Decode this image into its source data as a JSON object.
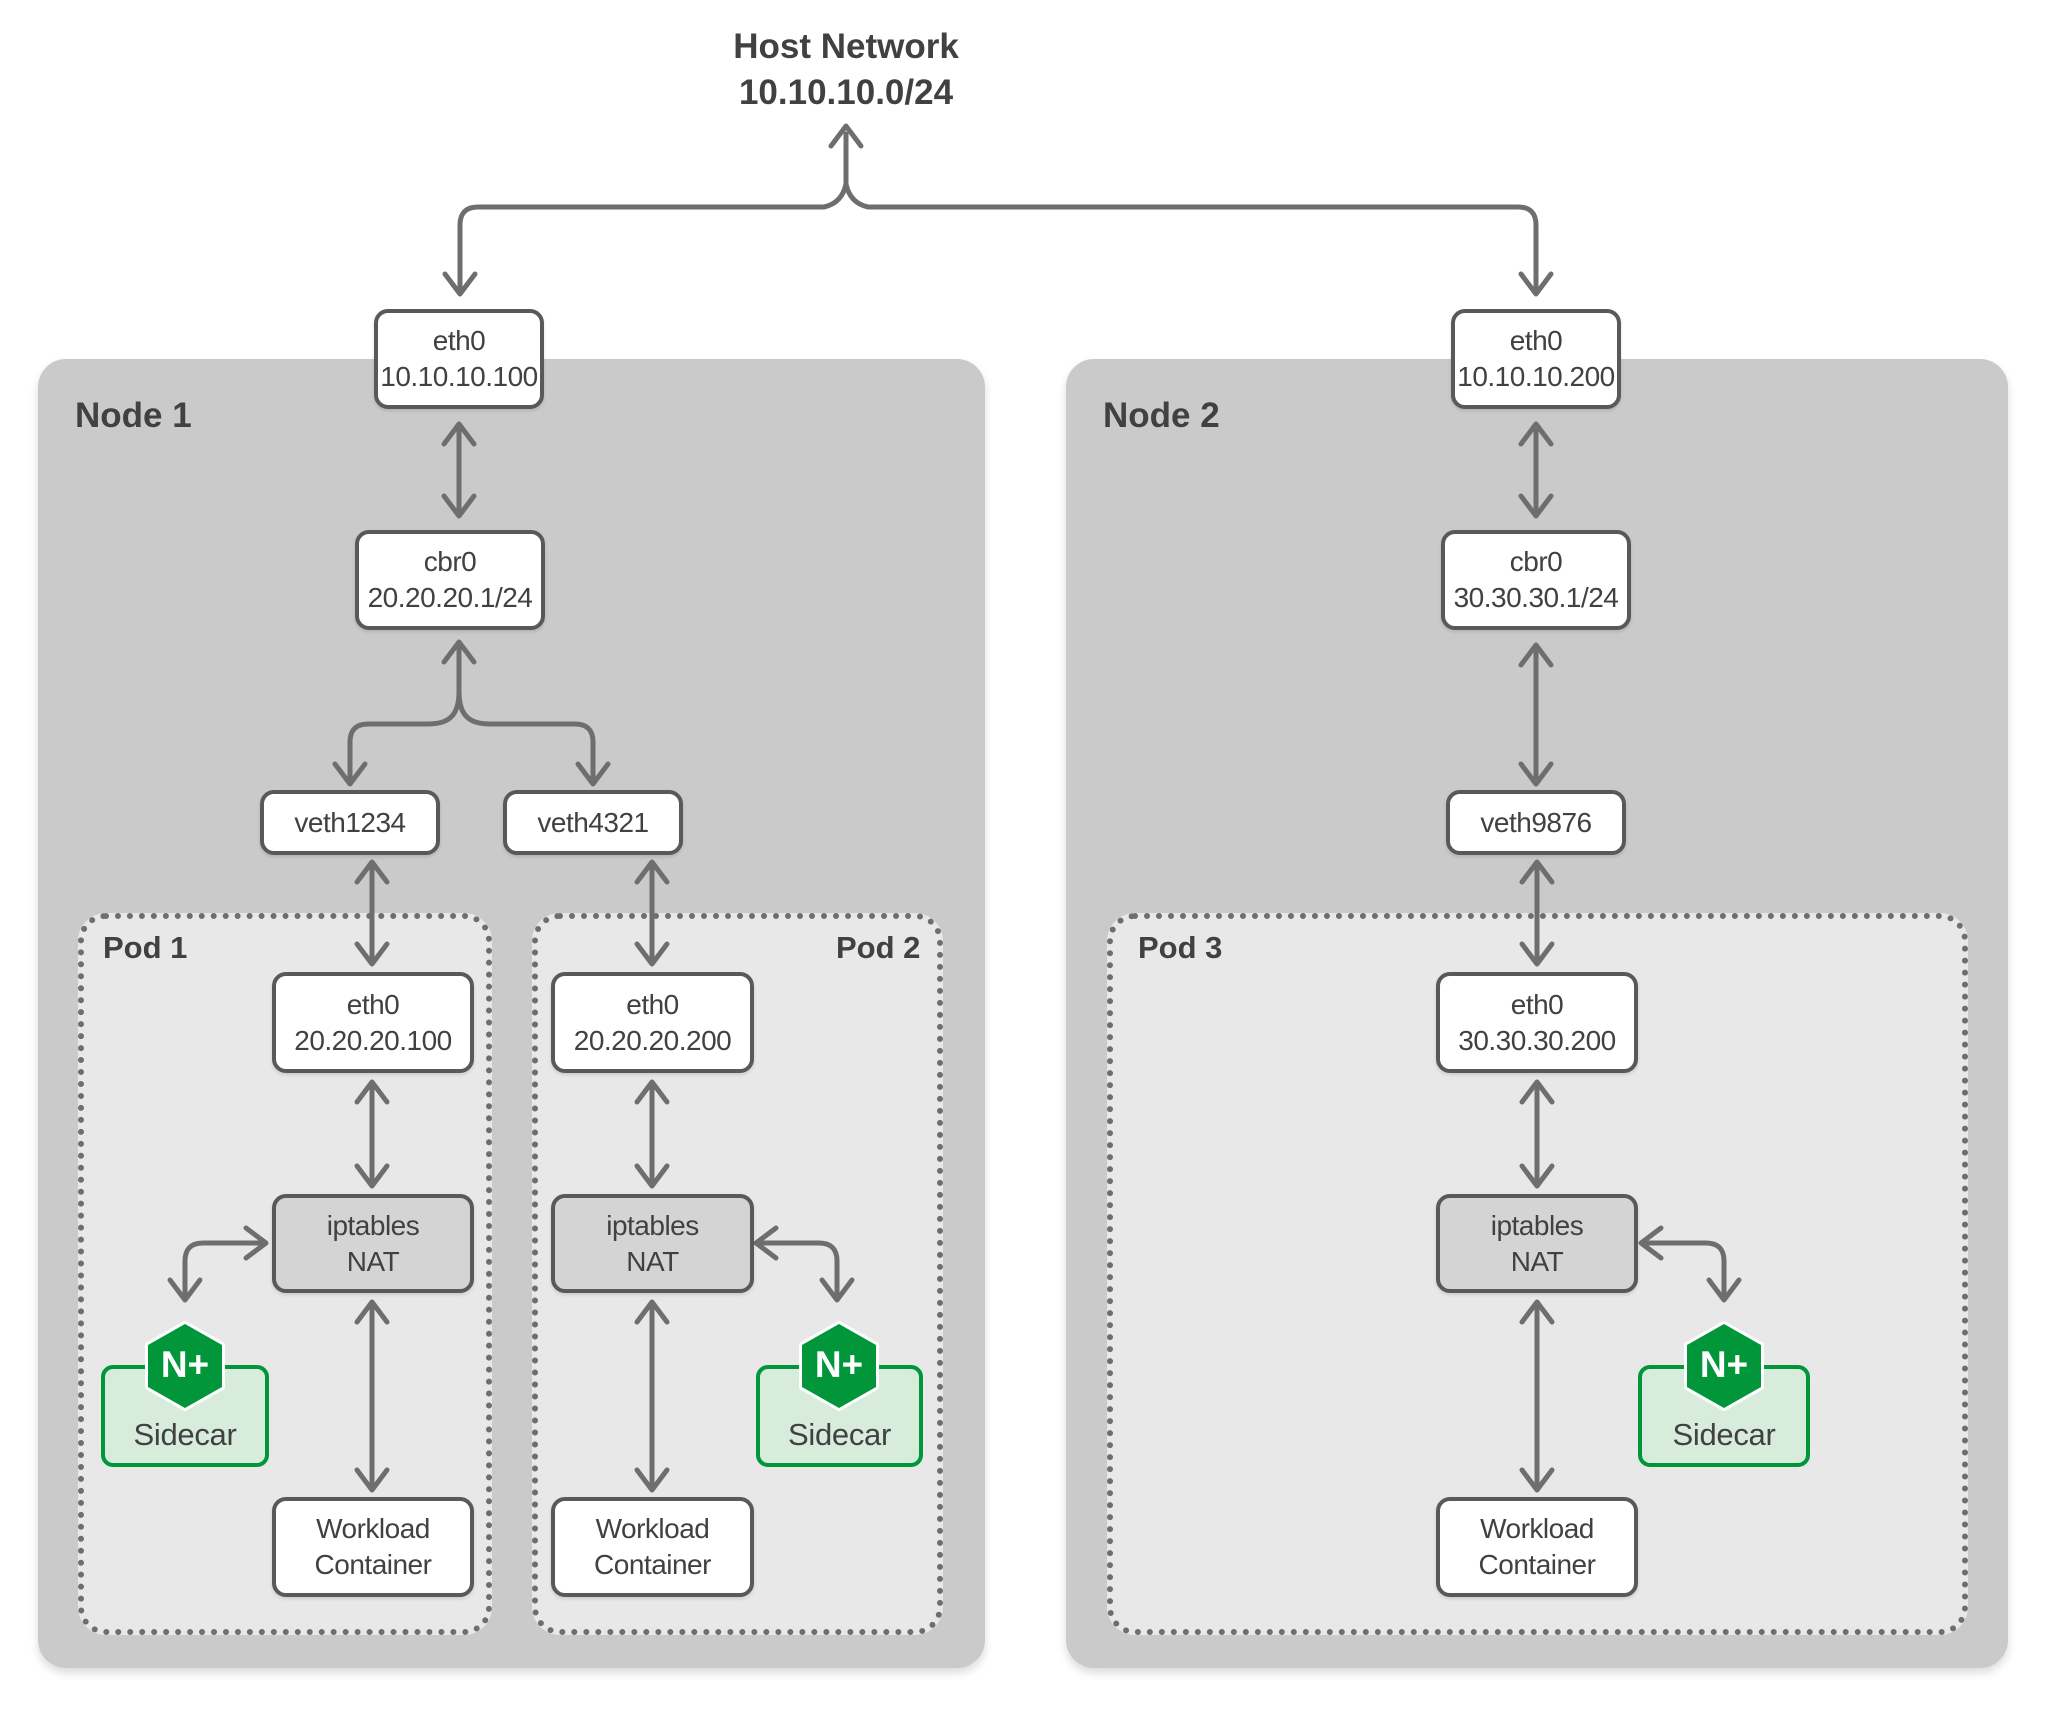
{
  "title": {
    "line1": "Host Network",
    "line2": "10.10.10.0/24"
  },
  "colors": {
    "nginx_green": "#009639",
    "sidecar_fill": "#d8ecdc",
    "arrow_gray": "#6d6e70",
    "box_border": "#58595b",
    "node_fill": "#cacaca",
    "pod_fill": "#e8e8e8",
    "nat_fill": "#d4d4d4",
    "text": "#414042"
  },
  "node1": {
    "label": "Node 1",
    "eth0": {
      "line1": "eth0",
      "line2": "10.10.10.100"
    },
    "cbr0": {
      "line1": "cbr0",
      "line2": "20.20.20.1/24"
    },
    "veth1": "veth1234",
    "veth2": "veth4321",
    "pod1": {
      "label": "Pod 1",
      "eth0": {
        "line1": "eth0",
        "line2": "20.20.20.100"
      },
      "nat": {
        "line1": "iptables",
        "line2": "NAT"
      },
      "sidecar": {
        "badge": "N+",
        "label": "Sidecar"
      },
      "workload": {
        "line1": "Workload",
        "line2": "Container"
      }
    },
    "pod2": {
      "label": "Pod 2",
      "eth0": {
        "line1": "eth0",
        "line2": "20.20.20.200"
      },
      "nat": {
        "line1": "iptables",
        "line2": "NAT"
      },
      "sidecar": {
        "badge": "N+",
        "label": "Sidecar"
      },
      "workload": {
        "line1": "Workload",
        "line2": "Container"
      }
    }
  },
  "node2": {
    "label": "Node 2",
    "eth0": {
      "line1": "eth0",
      "line2": "10.10.10.200"
    },
    "cbr0": {
      "line1": "cbr0",
      "line2": "30.30.30.1/24"
    },
    "veth1": "veth9876",
    "pod3": {
      "label": "Pod 3",
      "eth0": {
        "line1": "eth0",
        "line2": "30.30.30.200"
      },
      "nat": {
        "line1": "iptables",
        "line2": "NAT"
      },
      "sidecar": {
        "badge": "N+",
        "label": "Sidecar"
      },
      "workload": {
        "line1": "Workload",
        "line2": "Container"
      }
    }
  }
}
